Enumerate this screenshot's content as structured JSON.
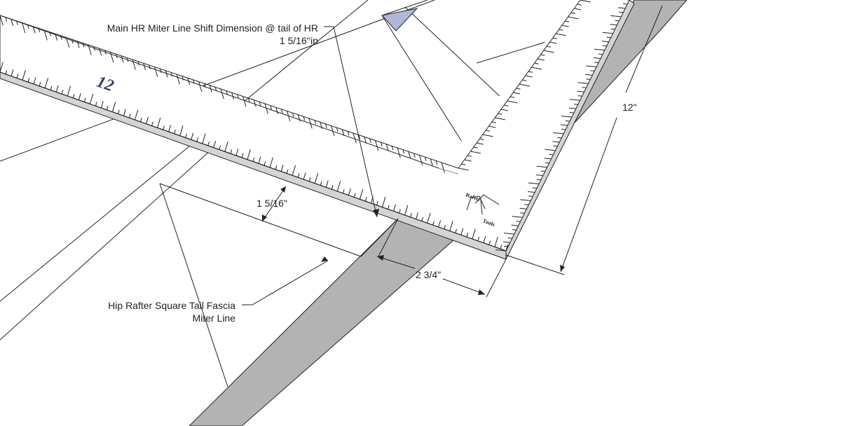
{
  "callouts": {
    "miter_shift_line1": "Main HR Miter Line Shift Dimension @ tail of HR",
    "miter_shift_line2": "1 5/16''in",
    "fascia_line1": "Hip Rafter Square Tail Fascia",
    "fascia_line2": "Miter Line"
  },
  "dimensions": {
    "shift": "1 5/16\"",
    "width": "2 3/4\"",
    "length": "12\""
  },
  "ruler": {
    "number": "12",
    "brand_word1": "Rafter",
    "brand_word2": "Tools"
  },
  "colors": {
    "rafter_shade": "#b3b3b3",
    "ruler_face": "#ffffff",
    "ruler_edge": "#d4d4d4",
    "accent_triangle": "#b2b6d8",
    "line": "#222222"
  }
}
